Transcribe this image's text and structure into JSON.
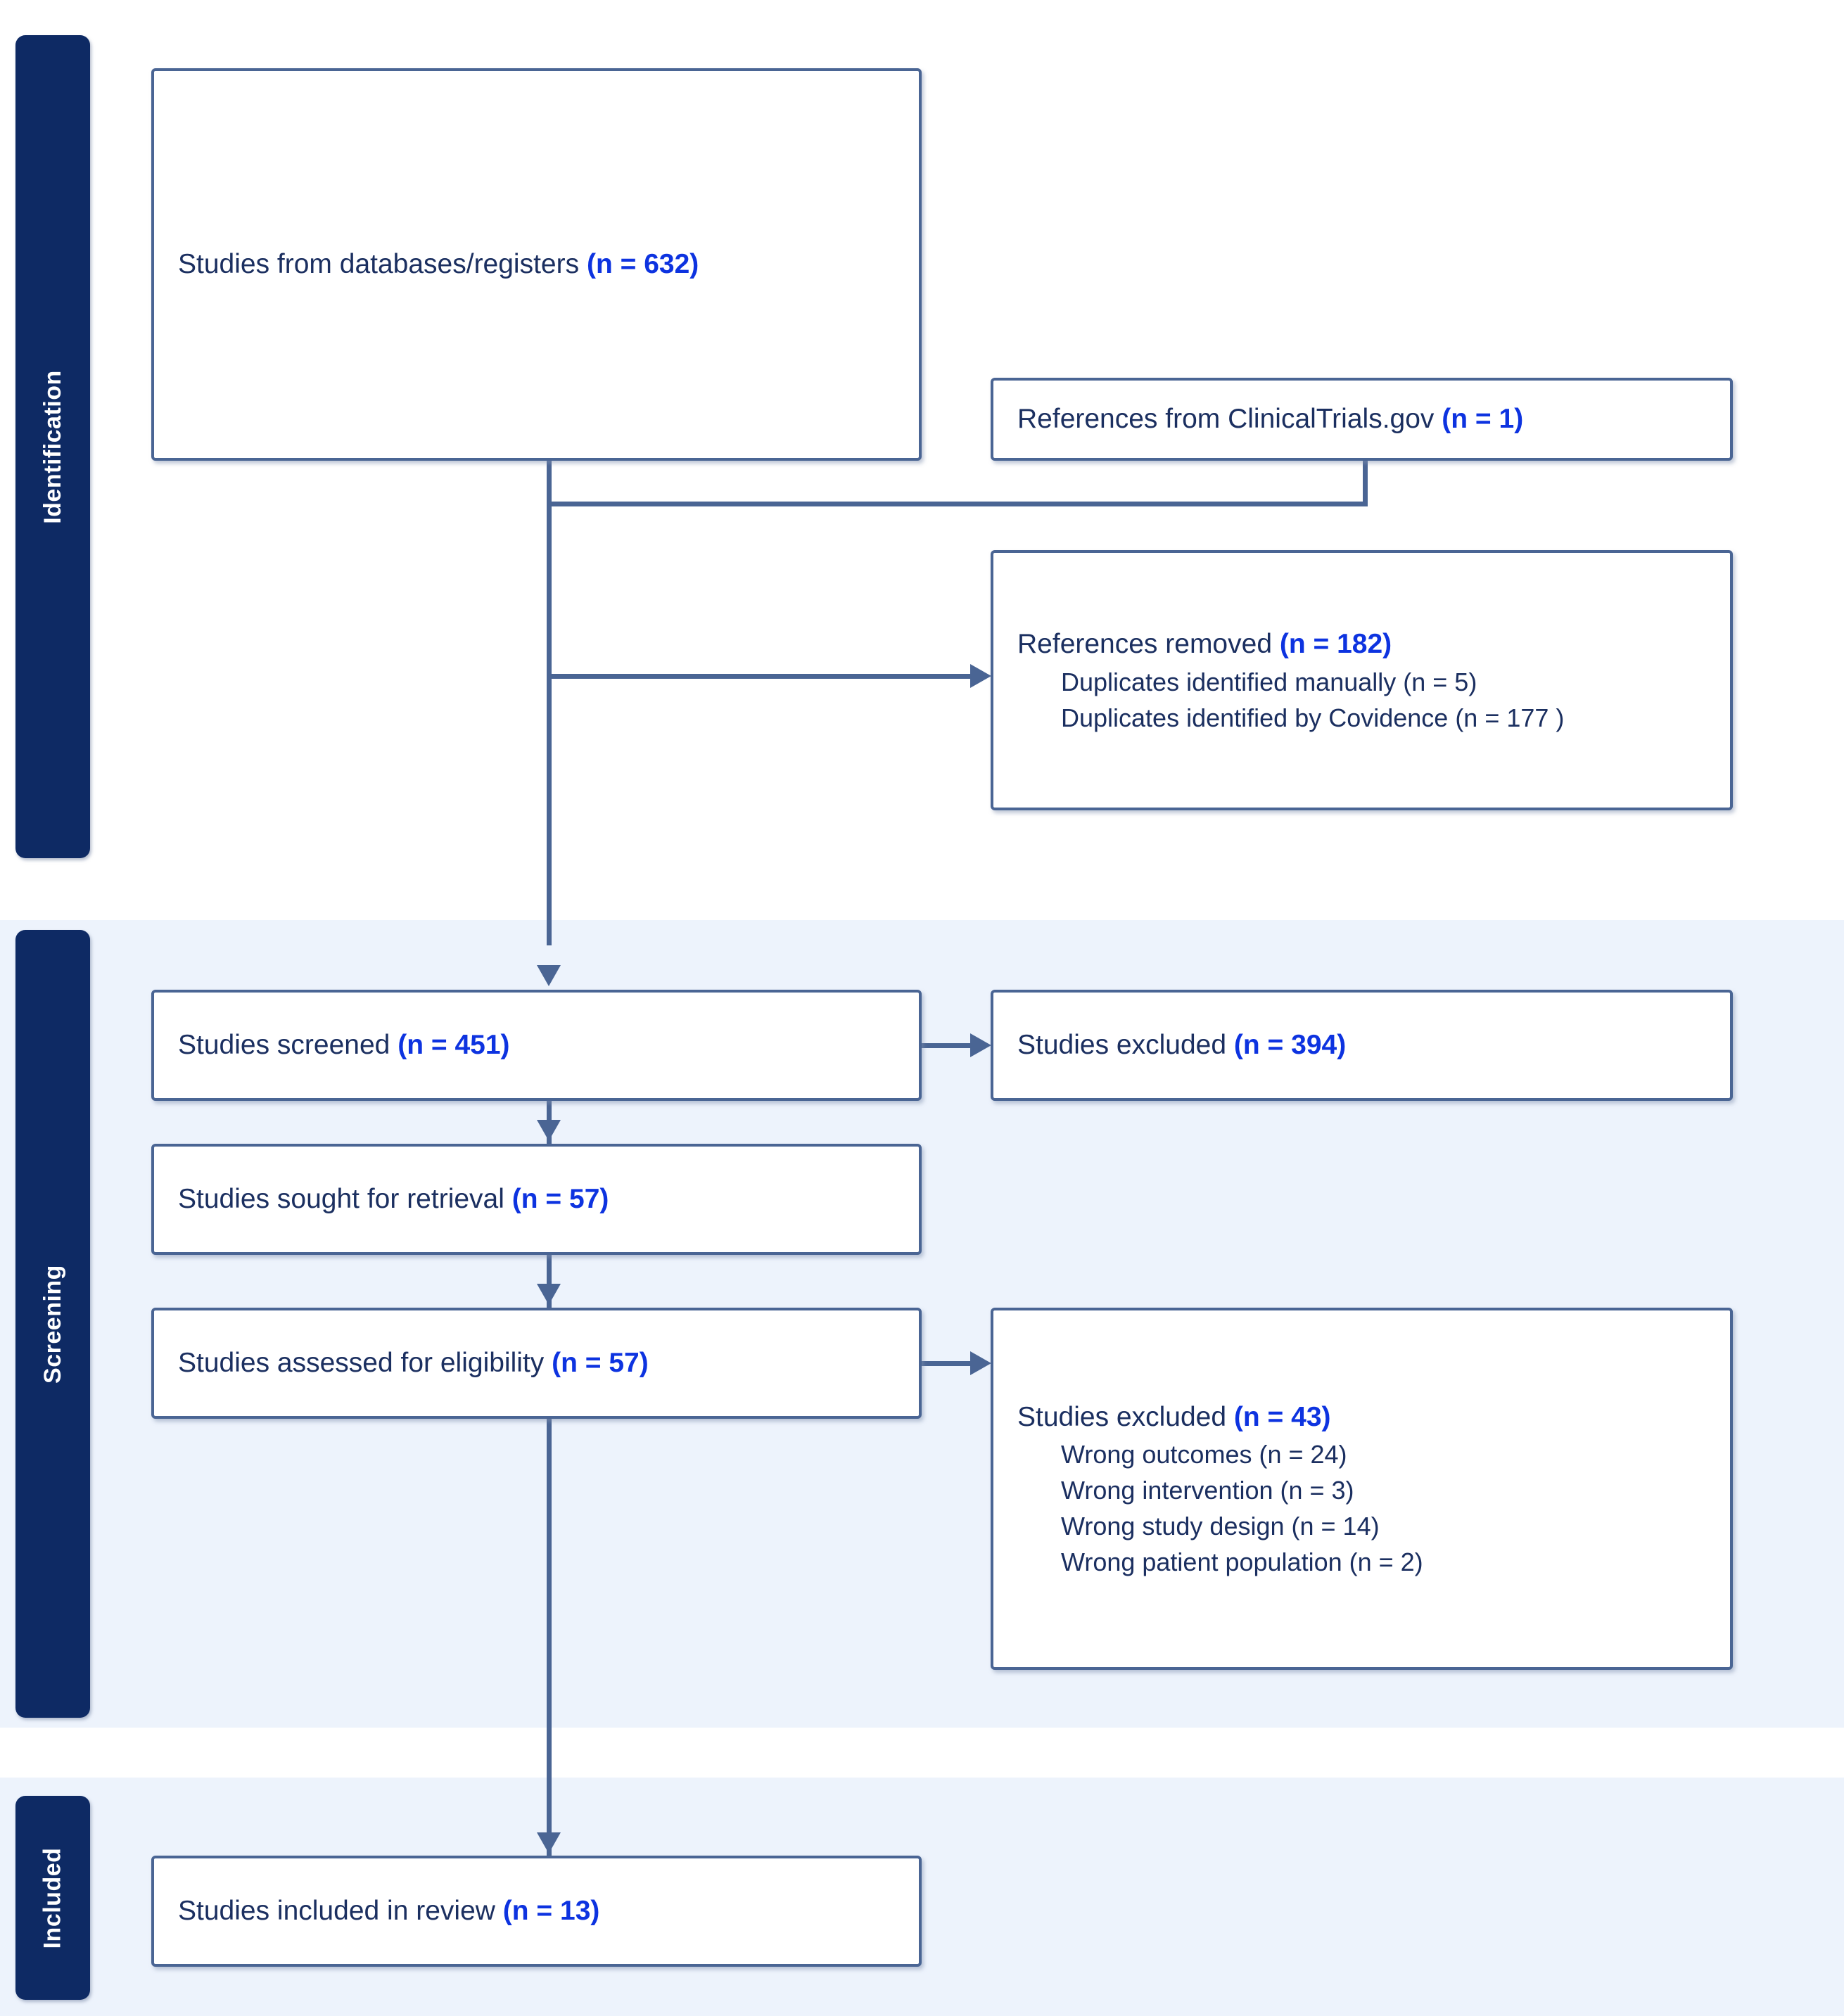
{
  "diagram": {
    "title": "PRISMA flow diagram",
    "colors": {
      "stage_tab_bg": "#0e2a64",
      "stage_tab_text": "#ffffff",
      "band_bg": "#edf3fc",
      "box_border": "#4a6594",
      "box_bg": "#ffffff",
      "label_text": "#1b2f60",
      "count_text": "#0d33e0",
      "connector": "#4a6594"
    }
  },
  "stages": [
    {
      "id": "identification",
      "label": "Identification"
    },
    {
      "id": "screening",
      "label": "Screening"
    },
    {
      "id": "included",
      "label": "Included"
    }
  ],
  "boxes": {
    "sources": {
      "label": "Studies from databases/registers",
      "count": "(n = 632)"
    },
    "registers": {
      "label": "References from ClinicalTrials.gov",
      "count": "(n = 1)"
    },
    "removed": {
      "label": "References removed",
      "count": "(n = 182)",
      "sub": [
        "Duplicates identified manually (n = 5)",
        "Duplicates identified by Covidence (n = 177 )"
      ]
    },
    "screened": {
      "label": "Studies screened",
      "count": "(n = 451)"
    },
    "excluded_screened": {
      "label": "Studies excluded",
      "count": "(n = 394)"
    },
    "sought": {
      "label": "Studies sought for retrieval",
      "count": "(n = 57)"
    },
    "assessed": {
      "label": "Studies assessed for eligibility",
      "count": "(n = 57)"
    },
    "excluded_assessed": {
      "label": "Studies excluded",
      "count": "(n = 43)",
      "sub": [
        "Wrong outcomes (n = 24)",
        "Wrong intervention (n = 3)",
        "Wrong study design (n = 14)",
        "Wrong patient population (n = 2)"
      ]
    },
    "included": {
      "label": "Studies included in review",
      "count": "(n = 13)"
    }
  }
}
